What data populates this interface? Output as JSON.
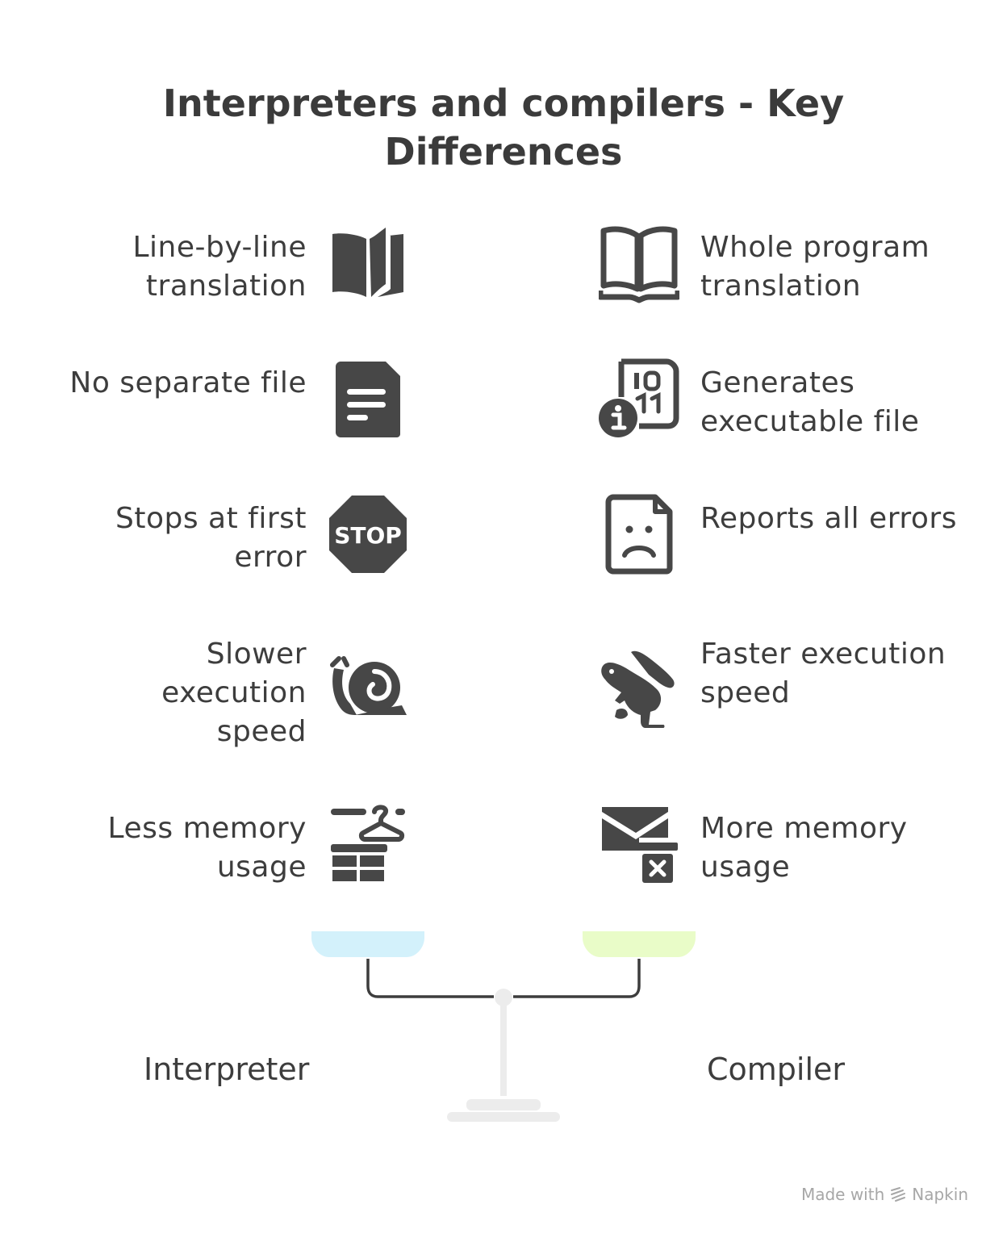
{
  "title": "Interpreters and compilers - Key Differences",
  "interpreter": {
    "label": "Interpreter",
    "color": "#d3f1fb",
    "items": [
      {
        "text": "Line-by-line translation",
        "icon": "open-book-icon"
      },
      {
        "text": "No separate file",
        "icon": "document-icon"
      },
      {
        "text": "Stops at first error",
        "icon": "stop-sign-icon"
      },
      {
        "text": "Slower execution speed",
        "icon": "snail-icon"
      },
      {
        "text": "Less memory usage",
        "icon": "hanger-boxes-icon"
      }
    ]
  },
  "compiler": {
    "label": "Compiler",
    "color": "#e9fcc8",
    "items": [
      {
        "text": "Whole program translation",
        "icon": "book-outline-icon"
      },
      {
        "text": "Generates executable file",
        "icon": "binary-file-info-icon"
      },
      {
        "text": "Reports all errors",
        "icon": "sad-file-icon"
      },
      {
        "text": "Faster execution speed",
        "icon": "rabbit-icon"
      },
      {
        "text": "More memory usage",
        "icon": "mail-delete-icon"
      }
    ]
  },
  "icon_text": {
    "stop": "STOP"
  },
  "footer": {
    "made_with": "Made with",
    "brand": "Napkin"
  }
}
